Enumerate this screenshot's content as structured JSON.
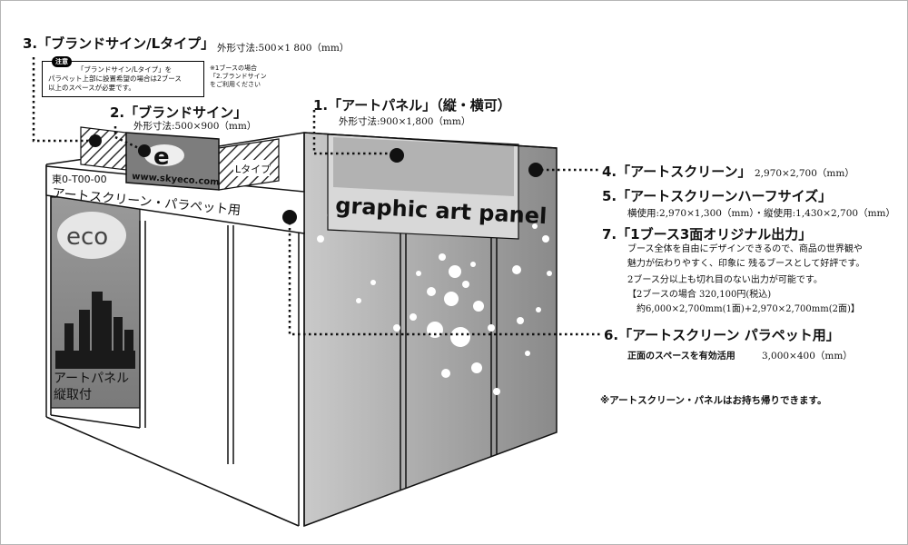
{
  "brand_l": {
    "title": "3.「ブランドサイン/Lタイプ」",
    "dim": "外形寸法:500×1 800（mm）",
    "note_badge": "注意",
    "note_line1": "「ブランドサイン/Lタイプ」を",
    "note_line2": "パラペット上部に設置希望の場合は2ブース",
    "note_line3": "以上のスペースが必要です。",
    "side_note_1": "※1ブースの場合",
    "side_note_2": "「2.ブランドサイン",
    "side_note_3": "をご利用ください"
  },
  "brand_sign": {
    "title": "2.「ブランドサイン」",
    "dim": "外形寸法:500×900（mm）"
  },
  "art_panel": {
    "title": "1.「アートパネル」（縦・横可）",
    "dim": "外形寸法:900×1,800（mm）"
  },
  "items": [
    {
      "title": "4.「アートスクリーン」",
      "dim": "2,970×2,700（mm）"
    },
    {
      "title": "5.「アートスクリーンハーフサイズ」",
      "dim": "横使用:2,970×1,300（mm）・縦使用:1,430×2,700（mm）"
    },
    {
      "title": "7.「1ブース3面オリジナル出力」"
    }
  ],
  "original_output": {
    "line1": "ブース全体を自由にデザインできるので、商品の世界観や",
    "line2": "魅力が伝わりやすく、印象に 残るブースとして好評です。",
    "line3": "2ブース分以上も切れ目のない出力が可能です。",
    "line4": "【2ブースの場合 320,100円(税込)",
    "line5": "約6,000×2,700mm(1面)+2,970×2,700mm(2面)】"
  },
  "parapet": {
    "title": "6.「アートスクリーン パラペット用」",
    "desc": "正面のスペースを有効活用",
    "dim": "3,000×400（mm）"
  },
  "footer_note": "※アートスクリーン・パネルはお持ち帰りできます。",
  "booth": {
    "booth_id": "東0-T00-00",
    "parapet_label": "アートスクリーン・パラペット用",
    "sign_letter": "e",
    "sign_url": "www.skyeco.com",
    "l_type_label": "Lタイプ",
    "eco_logo": "eco",
    "art_panel_v1": "アートパネル",
    "art_panel_v2": "縦取付",
    "graphic_text": "graphic art panel"
  },
  "colors": {
    "line": "#111111",
    "panel_gray": "#8a8a8a",
    "screen_gray": "#b8b8b8"
  }
}
